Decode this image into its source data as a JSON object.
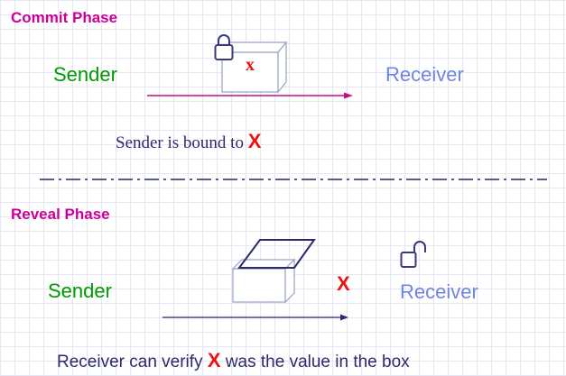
{
  "commit": {
    "title": "Commit  Phase",
    "sender": "Sender",
    "receiver": "Receiver",
    "box_mark": "x",
    "statement_prefix": "Sender is bound to",
    "statement_mark": "X"
  },
  "reveal": {
    "title": "Reveal  Phase",
    "sender": "Sender",
    "receiver": "Receiver",
    "mark": "X",
    "statement_prefix": "Receiver can verify",
    "statement_mark": "X",
    "statement_suffix": "was the value in the box"
  },
  "colors": {
    "phase_title": "#cc0099",
    "sender": "#009900",
    "receiver": "#6f86e0",
    "mark": "#ee1111",
    "commit_arrow": "#c0117a",
    "reveal_arrow": "#2b2b7a",
    "divider": "#1f2a5a"
  },
  "icons": [
    "lock-closed-icon",
    "lock-open-icon",
    "closed-box-icon",
    "open-box-icon"
  ]
}
